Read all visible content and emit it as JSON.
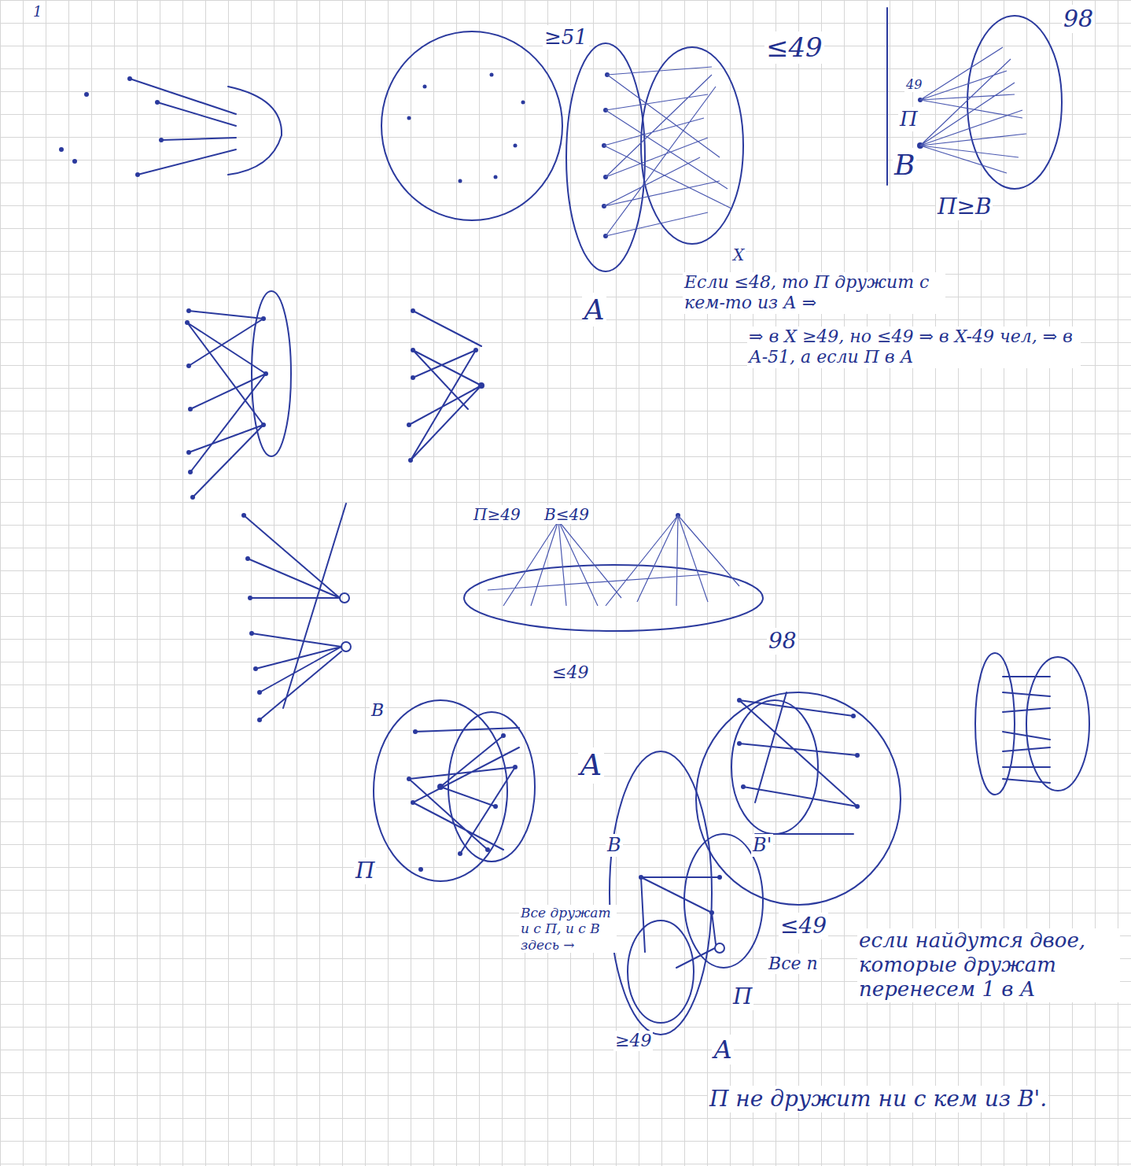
{
  "diagram": {
    "labels": [
      "1",
      "98",
      "≥51",
      "≤49",
      "49",
      "П",
      "В",
      "П≥В",
      "Если ≤48, то П дружит с кем-то из А ⇒",
      "⇒ в X ≥49, но ≤49 ⇒ в X-49 чел, ⇒ в А-51, а если П в А",
      "А",
      "X",
      "П≥49",
      "В≤49",
      "98",
      "≤49",
      "В",
      "П",
      "А",
      "В",
      "В'",
      "≤49",
      "Все дружат и с П, и с В здесь →",
      "Все п",
      "П",
      "≥49",
      "А",
      "если найдутся двое, которые дружат перенесем 1 в А",
      "П не дружит ни с кем из В'."
    ]
  }
}
